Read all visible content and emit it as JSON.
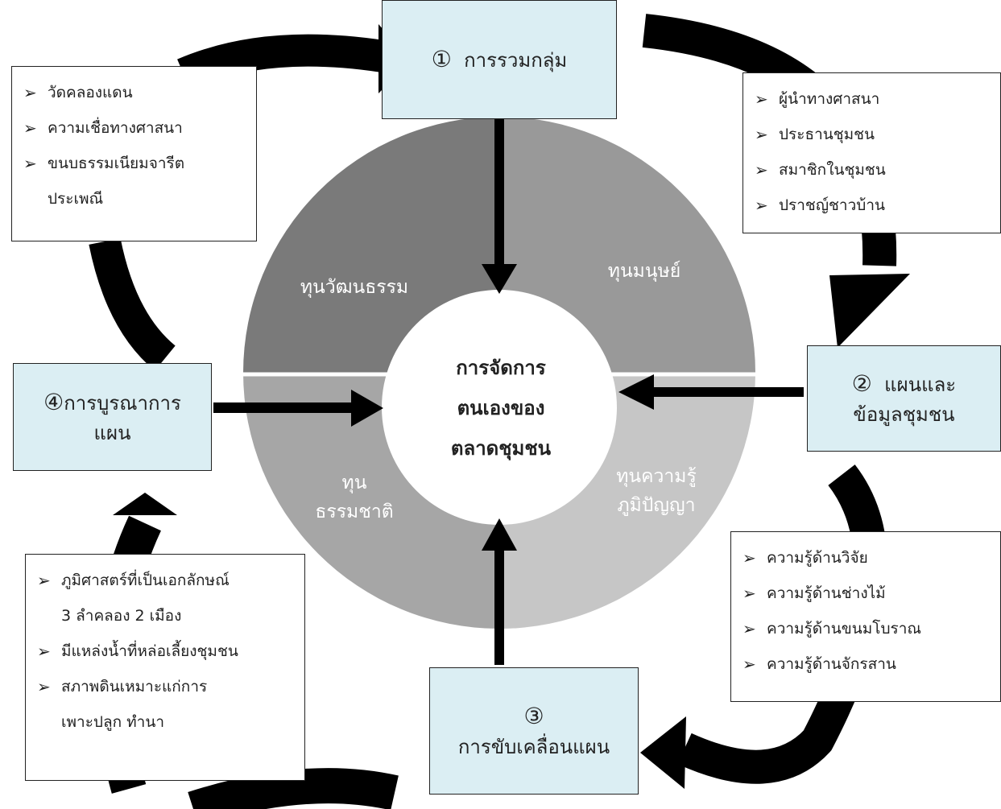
{
  "center": {
    "lines": [
      "การจัดการ",
      "ตนเองของ",
      "ตลาดชุมชน"
    ]
  },
  "capitals": {
    "cultural": "ทุนวัฒนธรรม",
    "human": "ทุนมนุษย์",
    "natural_1": "ทุน",
    "natural_2": "ธรรมชาติ",
    "knowledge_1": "ทุนความรู้",
    "knowledge_2": "ภูมิปัญญา"
  },
  "steps": {
    "s1": {
      "num": "①",
      "label": "การรวมกลุ่ม"
    },
    "s2": {
      "num": "②",
      "line1": "แผนและ",
      "line2": "ข้อมูลชุมชน"
    },
    "s3": {
      "num": "③",
      "label": "การขับเคลื่อนแผน"
    },
    "s4": {
      "num": "④",
      "line1": "การบูรณาการ",
      "line2": "แผน"
    }
  },
  "lists": {
    "culture": [
      "วัดคลองแดน",
      "ความเชื่อทางศาสนา",
      "ขนบธรรมเนียมจารีต",
      "ประเพณี"
    ],
    "human": [
      "ผู้นำทางศาสนา",
      "ประธานชุมชน",
      "สมาชิกในชุมชน",
      "ปราชญ์ชาวบ้าน"
    ],
    "knowledge": [
      "ความรู้ด้านวิจัย",
      "ความรู้ด้านช่างไม้",
      "ความรู้ด้านขนมโบราณ",
      "ความรู้ด้านจักรสาน"
    ],
    "nature": [
      "ภูมิศาสตร์ที่เป็นเอกลักษณ์",
      "3 ลำคลอง 2 เมือง",
      "มีแหล่งน้ำที่หล่อเลี้ยงชุมชน",
      "สภาพดินเหมาะแก่การ",
      "เพาะปลูก ทำนา"
    ]
  },
  "colors": {
    "step_fill": "#dbeef3",
    "q_cultural": "#7a7a7a",
    "q_human": "#999999",
    "q_natural": "#a6a6a6",
    "q_knowledge": "#c6c6c6",
    "arrow": "#000000"
  }
}
